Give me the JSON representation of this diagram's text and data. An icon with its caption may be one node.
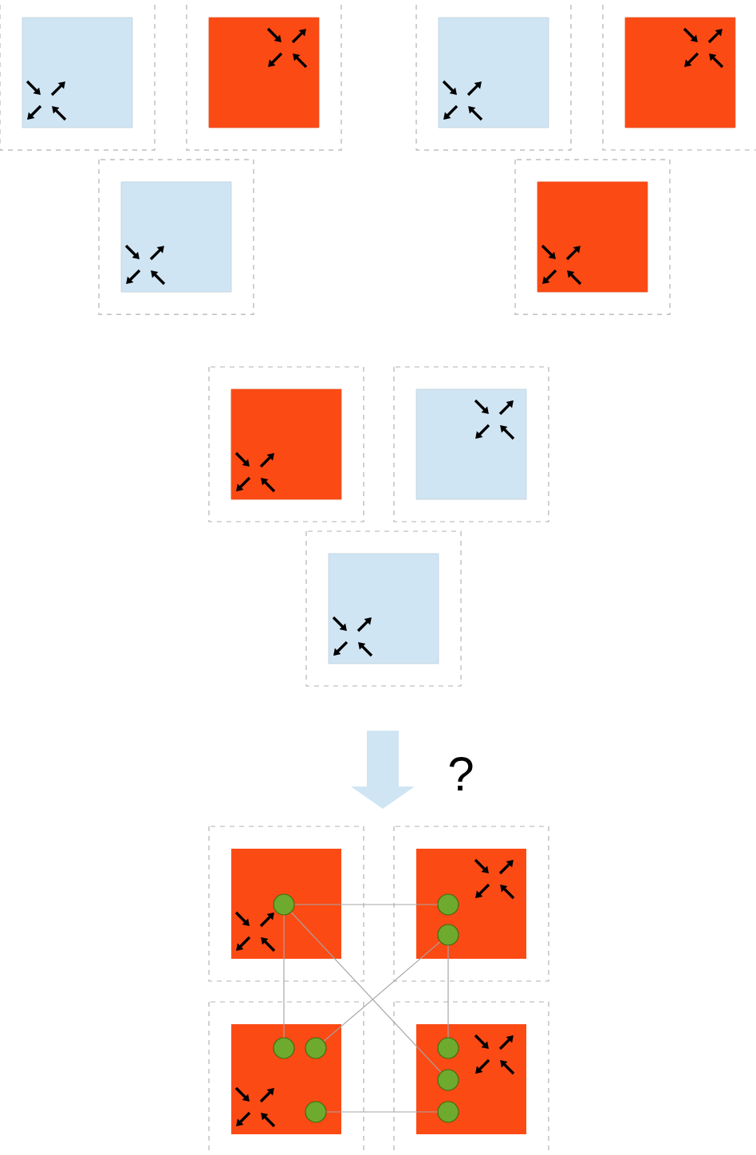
{
  "diagram": {
    "nodes": [
      {
        "text": [],
        "shape": "box"
      },
      {
        "text": [],
        "shape": "box"
      },
      {
        "text": [],
        "shape": "box"
      },
      {
        "text": [],
        "shape": "box"
      },
      {
        "text": [],
        "shape": "circle",
        "in": 0
      },
      {
        "text": [],
        "shape": "circle",
        "in": 1
      },
      {
        "text": [],
        "shape": "circle",
        "in": 1
      },
      {
        "text": [],
        "shape": "circle",
        "in": 2
      },
      {
        "text": [],
        "shape": "circle",
        "in": 2
      },
      {
        "text": [],
        "shape": "circle",
        "in": 3
      },
      {
        "text": [],
        "shape": "circle",
        "in": 3
      },
      {
        "text": [],
        "shape": "circle",
        "in": 2
      },
      {
        "text": [],
        "shape": "circle",
        "in": 3
      }
    ],
    "edges": [
      {
        "from": 4,
        "to": 5,
        "arrow": "none"
      },
      {
        "from": 4,
        "to": 7,
        "arrow": "none"
      },
      {
        "from": 4,
        "to": 10,
        "arrow": "none"
      },
      {
        "from": 6,
        "to": 8,
        "arrow": "none"
      },
      {
        "from": 6,
        "to": 9,
        "arrow": "none"
      },
      {
        "from": 11,
        "to": 12,
        "arrow": "none"
      }
    ],
    "labels": [
      "?"
    ]
  }
}
